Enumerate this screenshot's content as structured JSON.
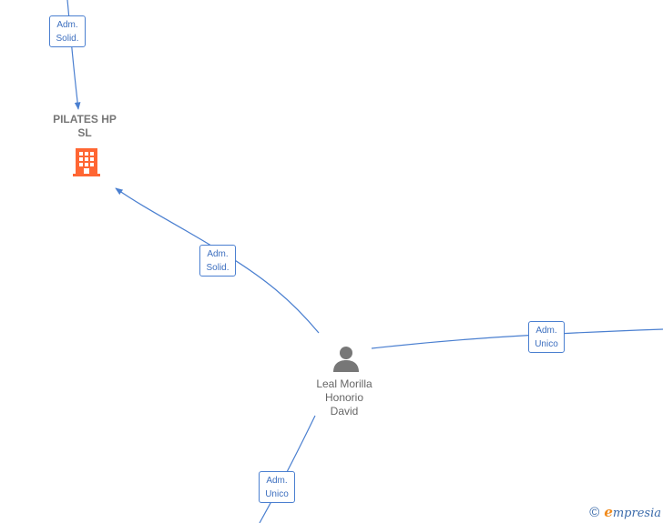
{
  "nodes": {
    "company": {
      "name_line1": "PILATES HP",
      "name_line2": "SL",
      "icon": "building-icon",
      "color": "#ff6633"
    },
    "person": {
      "name_line1": "Leal Morilla",
      "name_line2": "Honorio",
      "name_line3": "David",
      "icon": "person-icon",
      "color": "#777777"
    }
  },
  "edges": [
    {
      "line1": "Adm.",
      "line2": "Solid."
    },
    {
      "line1": "Adm.",
      "line2": "Solid."
    },
    {
      "line1": "Adm.",
      "line2": "Unico"
    },
    {
      "line1": "Adm.",
      "line2": "Unico"
    }
  ],
  "footer": {
    "copyright": "©",
    "brand_initial": "e",
    "brand_rest": "mpresia"
  },
  "colors": {
    "edge": "#4a7fd0"
  }
}
